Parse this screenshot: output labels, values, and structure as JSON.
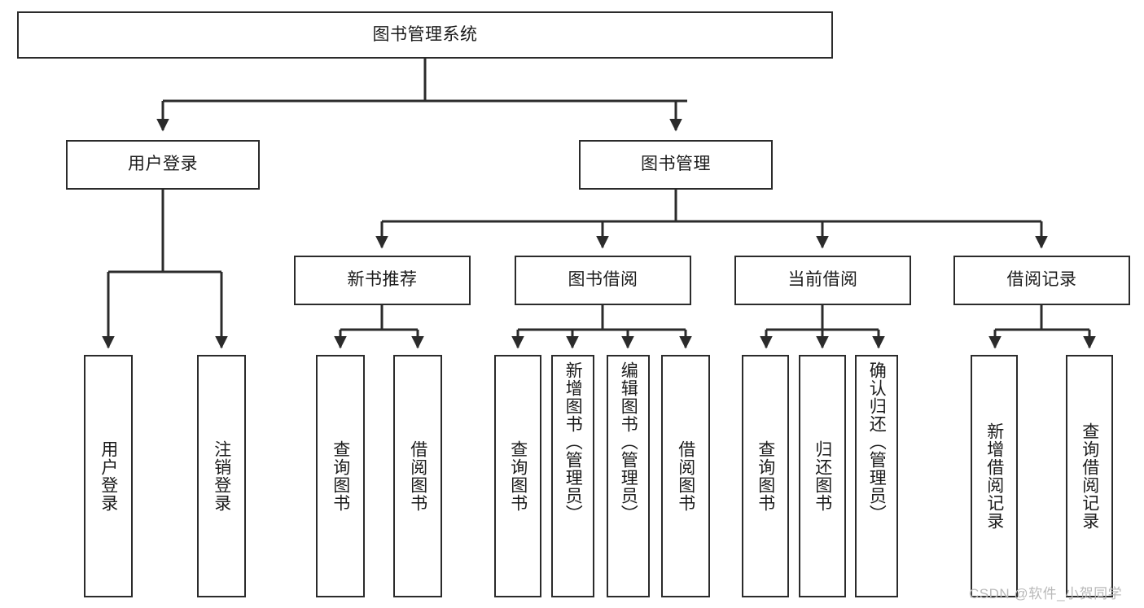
{
  "diagram": {
    "type": "tree",
    "title": "图书管理系统",
    "watermark": "CSDN @软件_小贺同学",
    "colors": {
      "stroke": "#2b2b2b",
      "fill": "#ffffff",
      "text": "#1b1b1b",
      "watermark": "#b9b9b9"
    },
    "nodes": {
      "root": {
        "label": "图书管理系统"
      },
      "level2": [
        {
          "id": "user-login",
          "label": "用户登录"
        },
        {
          "id": "book-manage",
          "label": "图书管理"
        }
      ],
      "level3": [
        {
          "id": "new-book-recommend",
          "label": "新书推荐"
        },
        {
          "id": "book-borrow",
          "label": "图书借阅"
        },
        {
          "id": "current-borrow",
          "label": "当前借阅"
        },
        {
          "id": "borrow-record",
          "label": "借阅记录"
        }
      ],
      "leaves": [
        {
          "id": "leaf-user-login",
          "label": "用户登录",
          "parent": "user-login"
        },
        {
          "id": "leaf-user-logout",
          "label": "注销登录",
          "parent": "user-login"
        },
        {
          "id": "leaf-query-book-1",
          "label": "查询图书",
          "parent": "new-book-recommend"
        },
        {
          "id": "leaf-borrow-book-1",
          "label": "借阅图书",
          "parent": "new-book-recommend"
        },
        {
          "id": "leaf-query-book-2",
          "label": "查询图书",
          "parent": "book-borrow"
        },
        {
          "id": "leaf-add-book",
          "label": "新增图书（管理员）",
          "parent": "book-borrow"
        },
        {
          "id": "leaf-edit-book",
          "label": "编辑图书（管理员）",
          "parent": "book-borrow"
        },
        {
          "id": "leaf-borrow-book-2",
          "label": "借阅图书",
          "parent": "book-borrow"
        },
        {
          "id": "leaf-query-book-3",
          "label": "查询图书",
          "parent": "current-borrow"
        },
        {
          "id": "leaf-return-book",
          "label": "归还图书",
          "parent": "current-borrow"
        },
        {
          "id": "leaf-confirm-return",
          "label": "确认归还（管理员）",
          "parent": "current-borrow"
        },
        {
          "id": "leaf-add-record",
          "label": "新增借阅记录",
          "parent": "borrow-record"
        },
        {
          "id": "leaf-query-record",
          "label": "查询借阅记录",
          "parent": "borrow-record"
        }
      ]
    }
  }
}
